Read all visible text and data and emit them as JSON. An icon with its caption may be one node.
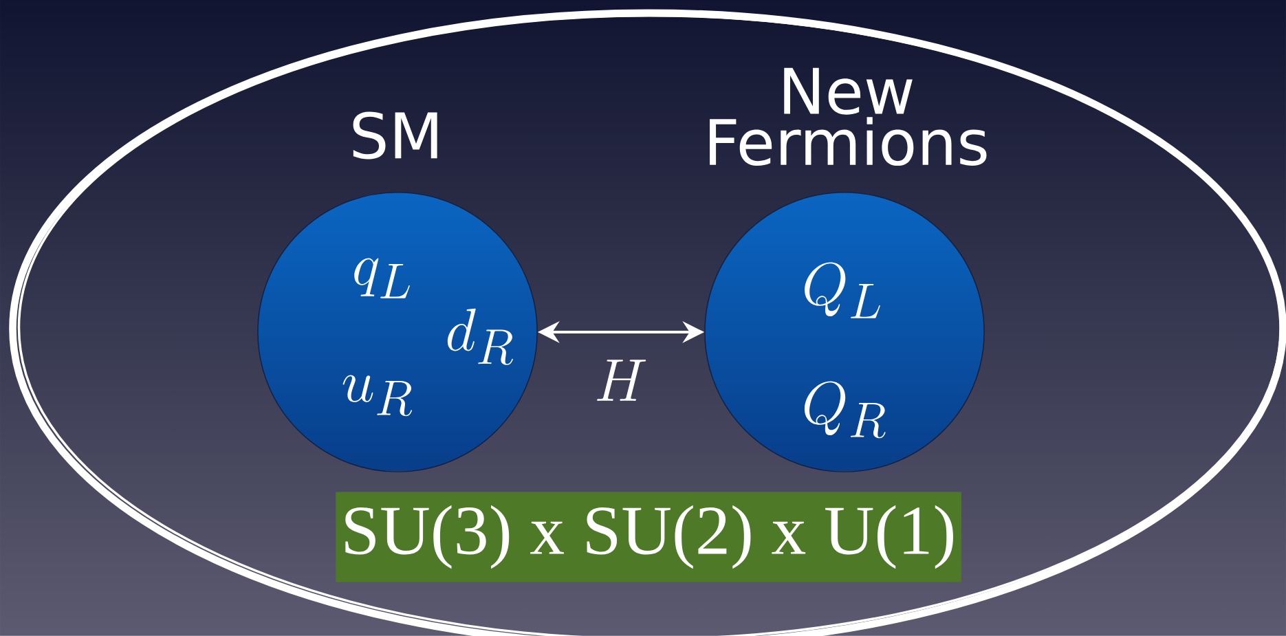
{
  "diagram": {
    "nodes": [
      {
        "text": [],
        "shape": "ellipse"
      },
      {
        "text": [
          "SM",
          "q_L",
          "d_R",
          "u_R"
        ],
        "in": 0
      },
      {
        "text": [
          "New Fermions",
          "Q_L",
          "Q_R"
        ],
        "in": 0
      },
      {
        "text": [
          "SU(3) x SU(2) x U(1)"
        ],
        "in": 0
      }
    ],
    "edges": [
      {
        "from": 1,
        "to": 2,
        "arrow": "both",
        "label": "H"
      }
    ]
  }
}
